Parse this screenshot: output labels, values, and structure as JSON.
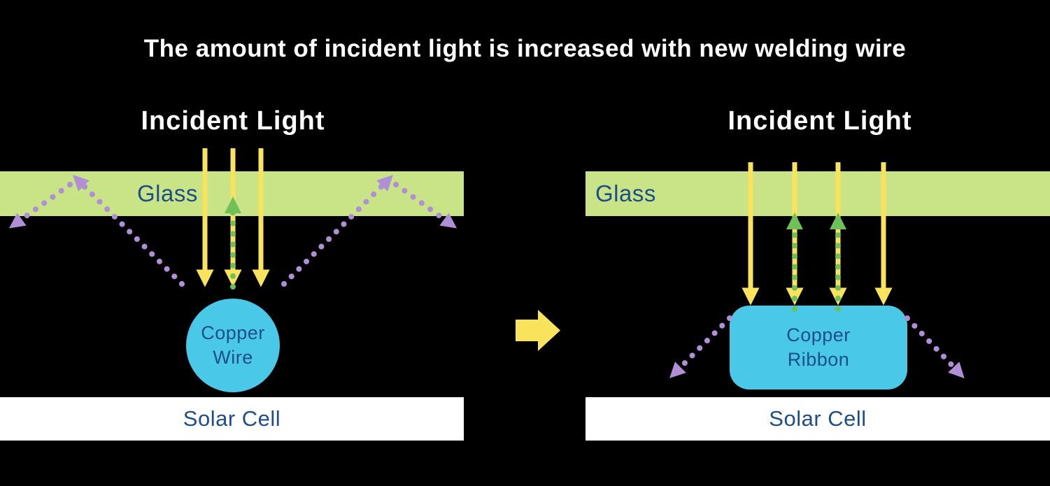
{
  "title": "The amount of incident light is increased with new welding wire",
  "left_panel": {
    "incident_light_label": "Incident Light",
    "glass_label": "Glass",
    "connector": {
      "line1": "Copper",
      "line2": "Wire"
    },
    "solar_cell_label": "Solar Cell",
    "incident_arrow_count": 3,
    "transmitted_arrow_count": 1,
    "reflected_arrow_count": 2
  },
  "right_panel": {
    "incident_light_label": "Incident Light",
    "glass_label": "Glass",
    "connector": {
      "line1": "Copper",
      "line2": "Ribbon"
    },
    "solar_cell_label": "Solar Cell",
    "incident_arrow_count": 4,
    "transmitted_arrow_count": 2,
    "reflected_arrow_count": 2
  },
  "arrows": {
    "incident": {
      "icon": "down-arrow-icon",
      "style": "solid"
    },
    "reflected": {
      "icon": "dotted-angled-arrow-icon",
      "style": "dotted"
    },
    "transmitted": {
      "icon": "dotted-up-arrow-icon",
      "style": "dotted"
    },
    "transition": {
      "icon": "right-arrow-icon",
      "style": "solid"
    }
  },
  "colors": {
    "background": "#000000",
    "title_text": "#ffffff",
    "label_text": "#1d4e8a",
    "glass_fill": "#c9e387",
    "solar_cell_fill": "#ffffff",
    "copper_fill": "#4ac8e8",
    "incident_arrow": "#f9e25c",
    "reflected_arrow": "#b08fd6",
    "transmitted_arrow": "#6fc058",
    "transition_arrow": "#f9e25c"
  }
}
